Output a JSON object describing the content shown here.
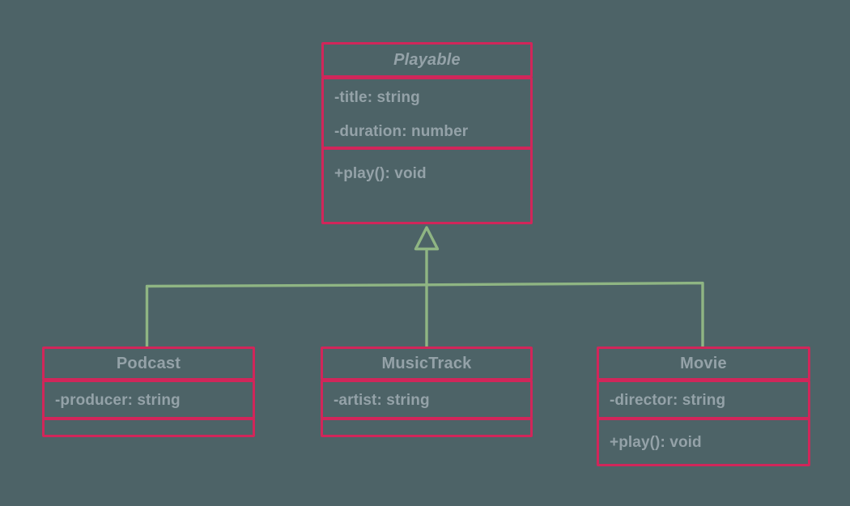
{
  "diagram": {
    "type": "uml-class-diagram",
    "colors": {
      "background": "#4d6367",
      "box_border": "#d1265a",
      "edge": "#8fb583",
      "text": "#94a2a8"
    },
    "classes": [
      {
        "name": "Playable",
        "abstract": true,
        "attributes": [
          "-title: string",
          "-duration: number"
        ],
        "methods": [
          "+play(): void"
        ]
      },
      {
        "name": "Podcast",
        "abstract": false,
        "attributes": [
          "-producer: string"
        ],
        "methods": []
      },
      {
        "name": "MusicTrack",
        "abstract": false,
        "attributes": [
          "-artist: string"
        ],
        "methods": []
      },
      {
        "name": "Movie",
        "abstract": false,
        "attributes": [
          "-director: string"
        ],
        "methods": [
          "+play(): void"
        ]
      }
    ],
    "relationships": [
      {
        "type": "inheritance",
        "from": "Podcast",
        "to": "Playable"
      },
      {
        "type": "inheritance",
        "from": "MusicTrack",
        "to": "Playable"
      },
      {
        "type": "inheritance",
        "from": "Movie",
        "to": "Playable"
      }
    ]
  }
}
